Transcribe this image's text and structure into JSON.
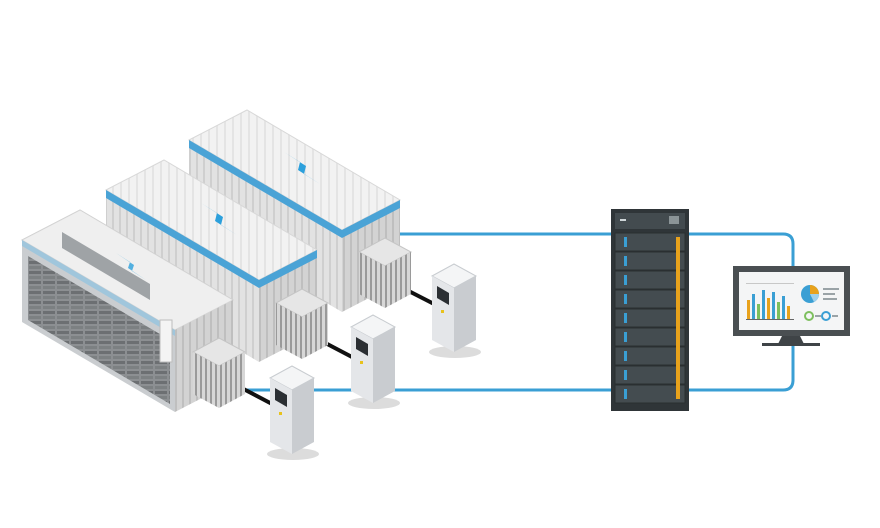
{
  "diagram": {
    "colors": {
      "connection_line": "#3a9fd4",
      "accent_blue": "#3a9fd4",
      "container_top": "#f0f0f0",
      "container_side": "#dcdcdc",
      "container_front": "#c9c9c9",
      "rack_body": "#3c4447",
      "rack_led": "#e8a21c",
      "monitor_frame": "#4a4f52",
      "charger_body": "#e9ebee"
    },
    "components": [
      {
        "id": "container-open",
        "icon": "battery-container-open-icon"
      },
      {
        "id": "container-middle",
        "icon": "battery-container-icon"
      },
      {
        "id": "container-back",
        "icon": "battery-container-icon"
      },
      {
        "id": "pcs-unit-1",
        "icon": "power-conversion-unit-icon"
      },
      {
        "id": "pcs-unit-2",
        "icon": "power-conversion-unit-icon"
      },
      {
        "id": "pcs-unit-3",
        "icon": "power-conversion-unit-icon"
      },
      {
        "id": "charger-1",
        "icon": "charging-cabinet-icon"
      },
      {
        "id": "charger-2",
        "icon": "charging-cabinet-icon"
      },
      {
        "id": "charger-3",
        "icon": "charging-cabinet-icon"
      },
      {
        "id": "server-rack",
        "icon": "server-rack-icon"
      },
      {
        "id": "monitor",
        "icon": "monitoring-dashboard-icon"
      }
    ]
  }
}
